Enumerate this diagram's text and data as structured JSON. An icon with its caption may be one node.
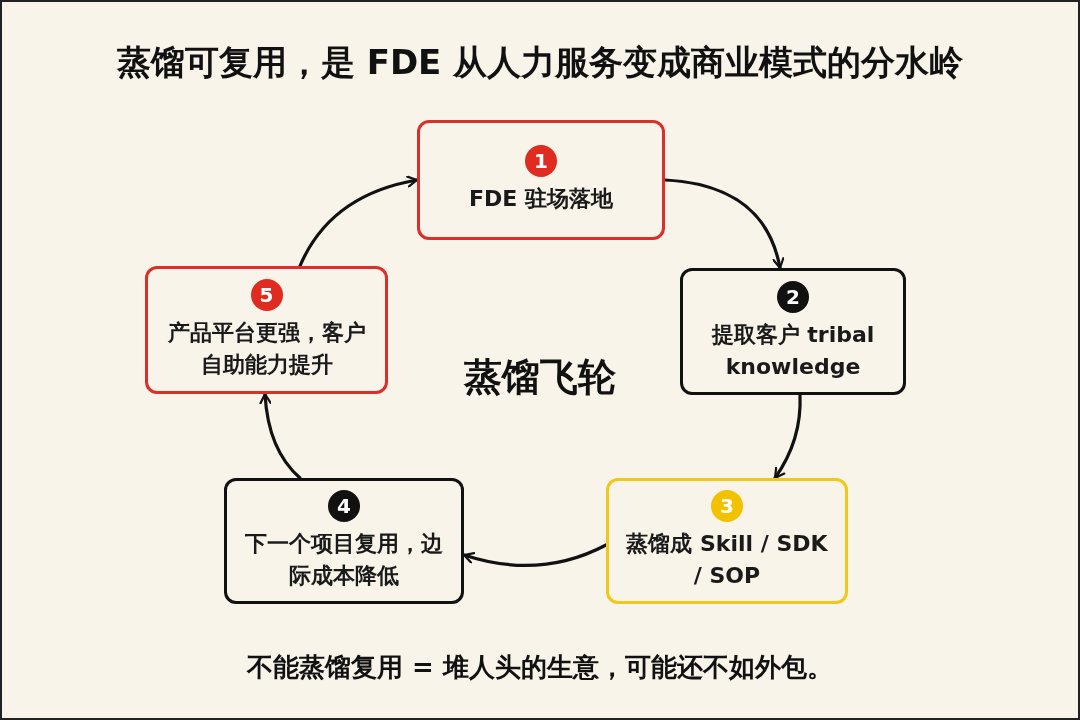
{
  "diagram": {
    "title": "蒸馏可复用，是 FDE 从人力服务变成商业模式的分水岭",
    "caption": "不能蒸馏复用 = 堆人头的生意，可能还不如外包。",
    "nodes": [
      {
        "text": [
          "1",
          "FDE 驻场落地"
        ]
      },
      {
        "text": [
          "2",
          "提取客户 tribal knowledge"
        ]
      },
      {
        "text": [
          "3",
          "蒸馏成 Skill / SDK / SOP"
        ]
      },
      {
        "text": [
          "4",
          "下一个项目复用，边际成本降低"
        ]
      },
      {
        "text": [
          "5",
          "产品平台更强，客户自助能力提升"
        ]
      }
    ],
    "edges": [
      {
        "from": 0,
        "to": 1,
        "arrow": "to"
      },
      {
        "from": 1,
        "to": 2,
        "arrow": "to"
      },
      {
        "from": 2,
        "to": 3,
        "arrow": "to"
      },
      {
        "from": 3,
        "to": 4,
        "arrow": "to"
      },
      {
        "from": 4,
        "to": 0,
        "arrow": "to"
      }
    ],
    "labels": [
      "蒸馏飞轮"
    ]
  }
}
